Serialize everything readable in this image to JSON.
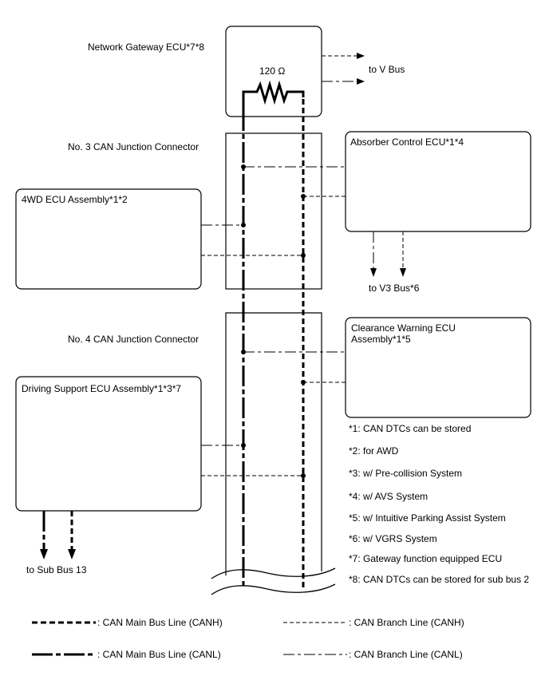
{
  "gateway": {
    "label": "Network Gateway ECU*7*8",
    "resistor_value": "120 Ω",
    "outgoing_label": "to V Bus"
  },
  "junction_connectors": [
    {
      "label": "No. 3 CAN Junction Connector"
    },
    {
      "label": "No. 4 CAN Junction Connector"
    }
  ],
  "ecus": {
    "absorber": {
      "label": "Absorber Control ECU*1*4",
      "outgoing_label": "to V3 Bus*6"
    },
    "four_wd": {
      "label": "4WD ECU Assembly*1*2"
    },
    "clearance": {
      "label_line1": "Clearance Warning ECU",
      "label_line2": "Assembly*1*5"
    },
    "driving_support": {
      "label": "Driving Support ECU Assembly*1*3*7",
      "outgoing_label": "to Sub Bus 13"
    }
  },
  "notes": [
    "*1: CAN DTCs can be stored",
    "*2: for AWD",
    "*3: w/ Pre-collision System",
    "*4: w/ AVS System",
    "*5: w/ Intuitive Parking Assist System",
    "*6: w/ VGRS System",
    "*7: Gateway function equipped ECU",
    "*8: CAN DTCs can be stored for sub bus 2"
  ],
  "legend": [
    {
      "label": ": CAN Main Bus Line (CANH)"
    },
    {
      "label": ": CAN Branch Line (CANH)"
    },
    {
      "label": ": CAN Main Bus Line (CANL)"
    },
    {
      "label": ": CAN Branch Line (CANL)"
    }
  ],
  "colors": {
    "line": "#000000",
    "background": "#ffffff"
  }
}
